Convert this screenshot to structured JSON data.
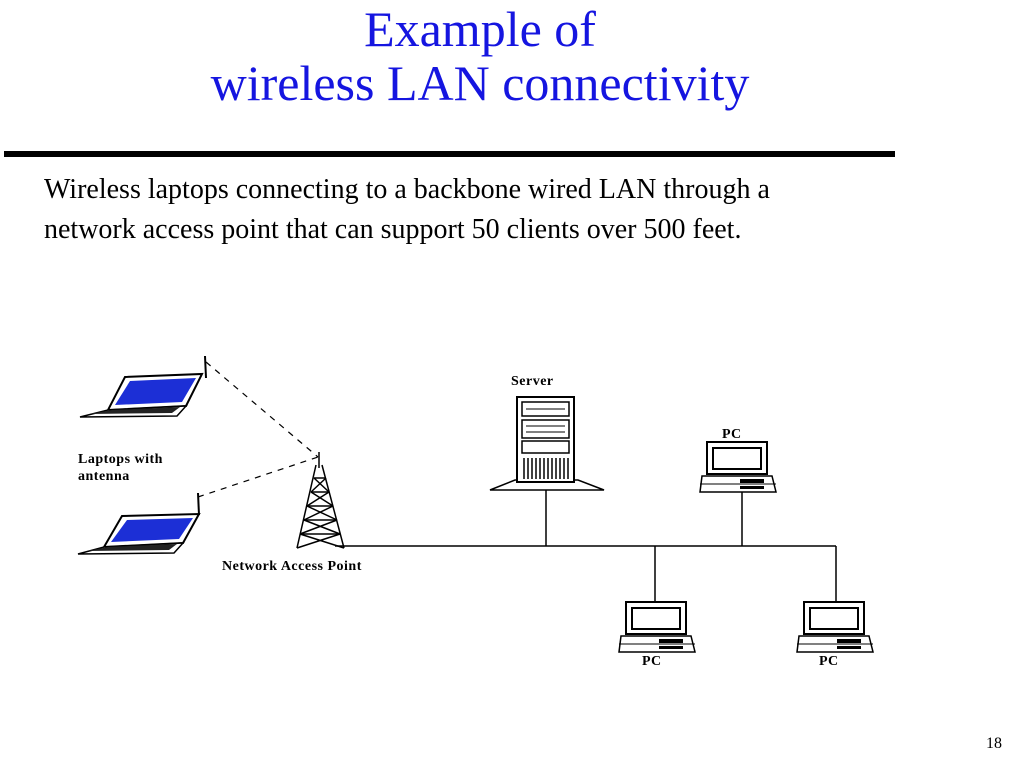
{
  "slide": {
    "title_line1": "Example of",
    "title_line2": "wireless LAN connectivity",
    "desc_line1": "Wireless laptops connecting to a backbone wired LAN through a",
    "desc_line2": "network access point that can support 50 clients over 500 feet.",
    "slide_number": "18"
  },
  "diagram": {
    "laptops_label_line1": "Laptops with",
    "laptops_label_line2": "antenna",
    "access_point_label": "Network Access Point",
    "server_label": "Server",
    "pc_top_label": "PC",
    "pc_bottom_left_label": "PC",
    "pc_bottom_right_label": "PC"
  },
  "colors": {
    "title": "#1515e0",
    "laptop_screen": "#1c2fd6",
    "rule": "#000000"
  }
}
